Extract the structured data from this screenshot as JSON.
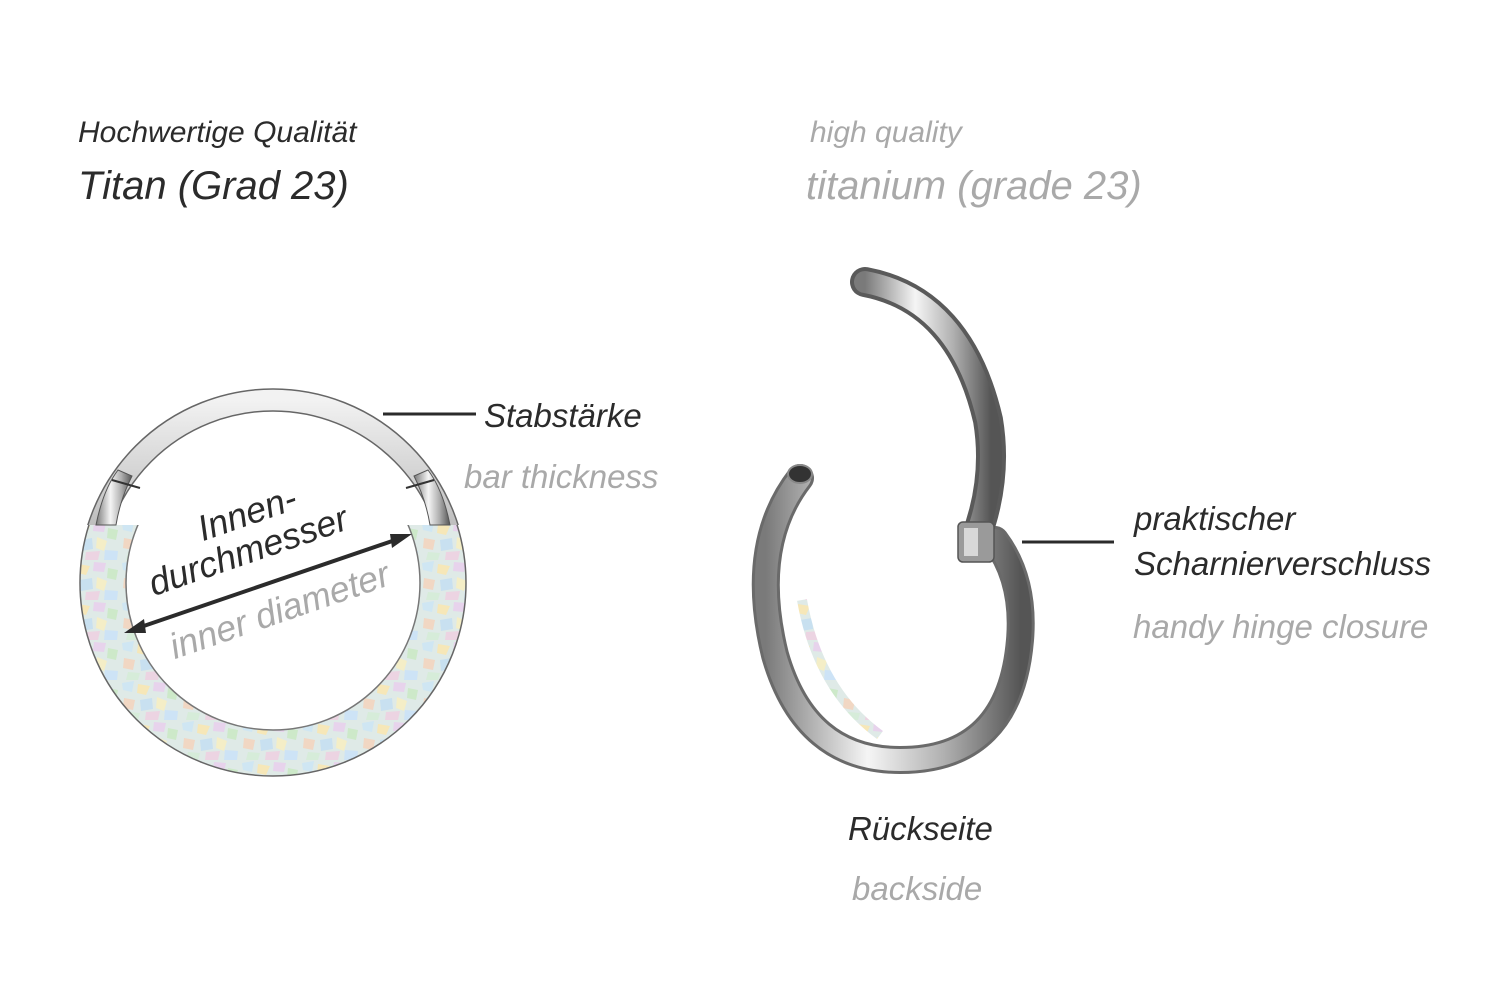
{
  "header": {
    "de_quality": "Hochwertige Qualität",
    "de_material": "Titan (Grad 23)",
    "en_quality": "high quality",
    "en_material": "titanium (grade 23)"
  },
  "labels": {
    "bar_thickness_de": "Stabstärke",
    "bar_thickness_en": "bar thickness",
    "inner_diameter_de_1": "Innen-",
    "inner_diameter_de_2": "durchmesser",
    "inner_diameter_en": "inner diameter",
    "hinge_de_1": "praktischer",
    "hinge_de_2": "Scharnierverschluss",
    "hinge_en": "handy hinge closure",
    "backside_de": "Rückseite",
    "backside_en": "backside"
  },
  "colors": {
    "dark_text": "#2b2b2b",
    "grey_text": "#a9a9a9",
    "metal_light": "#eeeeee",
    "metal_dark": "#6e6e6e",
    "opal_base": "#dde9e6"
  }
}
